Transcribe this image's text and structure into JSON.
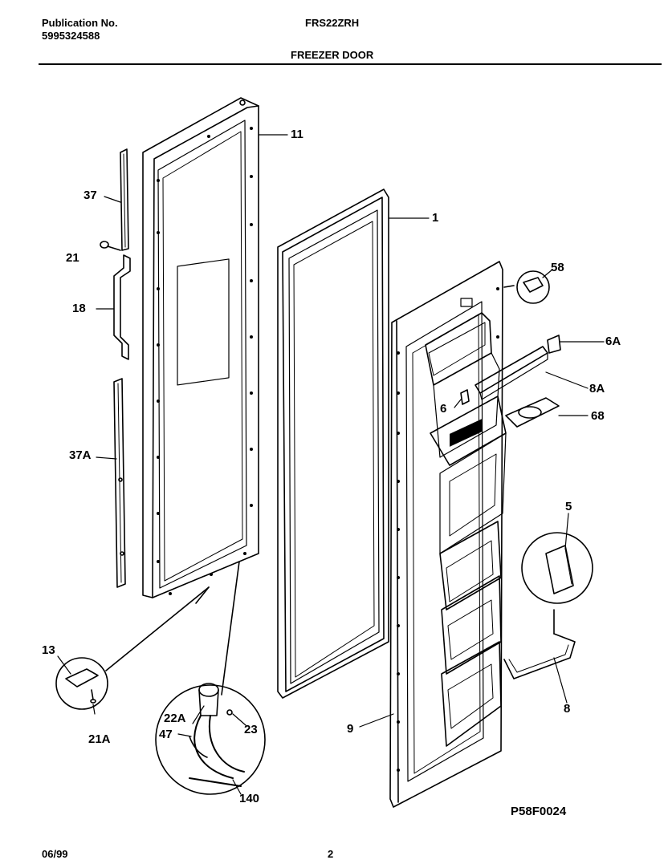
{
  "header": {
    "publication_label": "Publication No.",
    "publication_number": "5995324588",
    "model": "FRS22ZRH",
    "section_title": "FREEZER DOOR"
  },
  "callouts": {
    "c11": "11",
    "c1": "1",
    "c37": "37",
    "c21": "21",
    "c18": "18",
    "c37a": "37A",
    "c58": "58",
    "c6a": "6A",
    "c8a": "8A",
    "c6": "6",
    "c68": "68",
    "c5": "5",
    "c8": "8",
    "c9": "9",
    "c13": "13",
    "c21a": "21A",
    "c22a": "22A",
    "c47": "47",
    "c23": "23",
    "c140": "140"
  },
  "footer": {
    "date": "06/99",
    "page": "2",
    "diagram_id": "P58F0024"
  }
}
